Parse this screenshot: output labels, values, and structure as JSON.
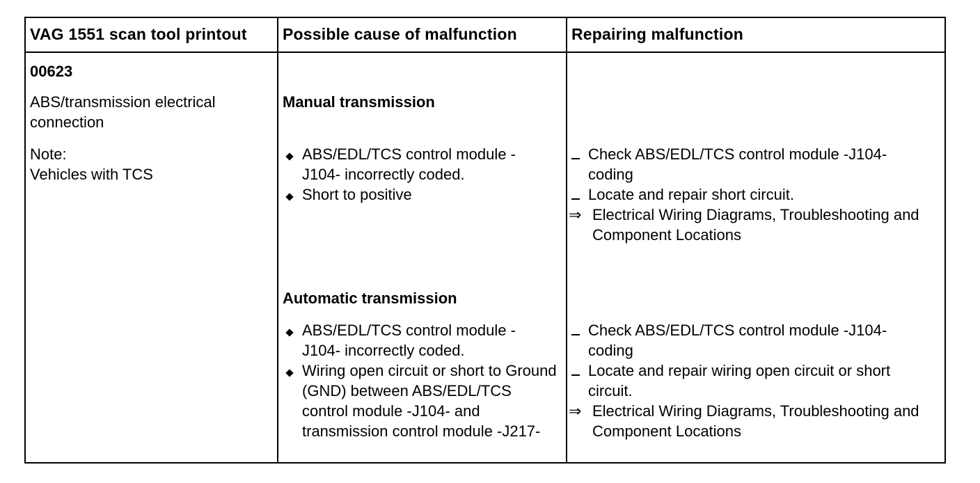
{
  "headers": {
    "col1": "VAG 1551 scan tool printout",
    "col2": "Possible cause of malfunction",
    "col3": "Repairing malfunction"
  },
  "fault": {
    "code": "00623",
    "description": "ABS/transmission electrical connection",
    "note_label": "Note:",
    "note_text": "Vehicles with TCS"
  },
  "manual": {
    "title": "Manual transmission",
    "causes": [
      "ABS/EDL/TCS control module -J104- incorrectly coded.",
      "Short to positive"
    ],
    "repairs": [
      "Check ABS/EDL/TCS control module -J104- coding",
      "Locate and repair short circuit."
    ],
    "reference": "Electrical Wiring Diagrams, Troubleshooting and Component Locations"
  },
  "automatic": {
    "title": "Automatic transmission",
    "causes": [
      "ABS/EDL/TCS control module -J104- incorrectly coded.",
      "Wiring open circuit or short to Ground (GND) between ABS/EDL/TCS control module -J104- and transmission control module -J217-"
    ],
    "repairs": [
      "Check ABS/EDL/TCS control module -J104- coding",
      "Locate and repair wiring open circuit or short circuit."
    ],
    "reference": "Electrical Wiring Diagrams, Troubleshooting and Component Locations"
  },
  "icons": {
    "bullet": "diamond-bullet-icon",
    "dash": "dash-bullet-icon",
    "reference": "double-arrow-right-icon"
  }
}
